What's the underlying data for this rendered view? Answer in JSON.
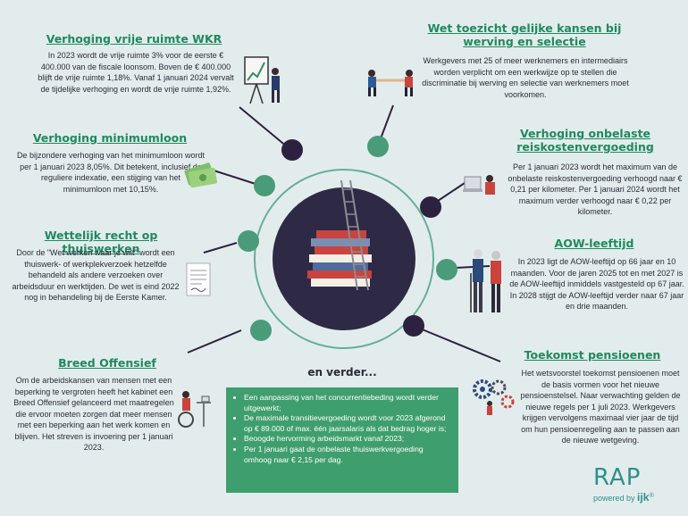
{
  "sections": {
    "wkr": {
      "title": "Verhoging vrije ruimte WKR",
      "body": "In 2023 wordt de vrije ruimte 3% voor de eerste € 400.000 van de fiscale loonsom. Boven de € 400.000 blijft de vrije ruimte 1,18%. Vanaf 1 januari 2024 vervalt de tijdelijke verhoging en wordt de vrije ruimte 1,92%."
    },
    "minimumloon": {
      "title": "Verhoging minimumloon",
      "body": "De bijzondere verhoging van het minimumloon wordt per 1 januari 2023 8,05%. Dit betekent, inclusief de reguliere indexatie, een stijging van het minimumloon met 10,15%."
    },
    "thuiswerken": {
      "title": "Wettelijk recht op thuiswerken",
      "body": "Door de \"Wet werken waar je wilt\" wordt een thuiswerk- of werkplekverzoek hetzelfde behandeld als andere verzoeken over arbeidsduur en werktijden. De wet is eind 2022 nog in behandeling bij de Eerste Kamer."
    },
    "offensief": {
      "title": "Breed Offensief",
      "body": "Om de arbeidskansen van mensen met een beperking te vergroten heeft het kabinet een Breed Offensief gelanceerd met maatregelen die ervoor moeten zorgen dat meer mensen met een beperking aan het werk komen en blijven. Het streven is invoering per 1 januari 2023."
    },
    "toezicht": {
      "title_line1": "Wet toezicht gelijke kansen bij",
      "title_line2": "werving en selectie",
      "body": "Werkgevers met 25 of meer werknemers en intermediairs worden verplicht om een werkwijze op te stellen die discriminatie bij werving en selectie van werknemers moet voorkomen."
    },
    "reiskosten": {
      "title_line1": "Verhoging onbelaste",
      "title_line2": "reiskostenvergoeding",
      "body": "Per 1 januari 2023 wordt het maximum van de onbelaste reiskostenvergoeding verhoogd naar € 0,21 per kilometer. Per 1 januari 2024 wordt het maximum verder verhoogd naar € 0,22 per kilometer."
    },
    "aow": {
      "title": "AOW-leeftijd",
      "body": "In 2023 ligt de AOW-leeftijd op 66 jaar en 10 maanden. Voor de jaren 2025 tot en met 2027 is de AOW-leeftijd inmiddels vastgesteld op 67 jaar. In 2028 stijgt de AOW-leeftijd verder naar 67 jaar en drie maanden."
    },
    "pensioen": {
      "title": "Toekomst pensioenen",
      "body": "Het wetsvoorstel toekomst pensioenen moet de basis vormen voor het nieuwe pensioenstelsel. Naar verwachting gelden de nieuwe regels per 1 juli 2023. Werkgevers krijgen vervolgens maximaal vier jaar de tijd om hun pensioenregeling aan te passen aan de nieuwe wetgeving."
    }
  },
  "verder": {
    "title": "en verder...",
    "items": [
      "Een aanpassing van het concurrentiebeding wordt verder uitgewerkt;",
      "De maximale transitievergoeding wordt voor 2023 afgerond op € 89.000 of max. één jaarsalaris als dat bedrag hoger is;",
      "Beoogde hervorming arbeidsmarkt vanaf 2023;",
      "Per 1 januari gaat de onbelaste thuiswerkvergoeding omhoog naar € 2,15 per dag."
    ]
  },
  "logo": {
    "name": "RAP",
    "powered_by": "powered by",
    "brand": "ijk",
    "registered": "®"
  },
  "colors": {
    "background": "#e3ecec",
    "title_green": "#1e8a5e",
    "node_dark": "#2d2140",
    "node_green": "#4a9b7a",
    "box_green": "#3f9e6d",
    "center_circle": "#2e2a45",
    "logo_teal": "#2f8f8a"
  },
  "icons": {
    "wkr": "presentation-chart-icon",
    "minimumloon": "money-bills-icon",
    "thuiswerken": "document-icon",
    "offensief": "wheelchair-worker-icon",
    "toezicht": "handshake-icon",
    "reiskosten": "laptop-worker-icon",
    "aow": "elderly-couple-icon",
    "pensioen": "gears-people-icon",
    "center": "books-ladder-icon"
  }
}
